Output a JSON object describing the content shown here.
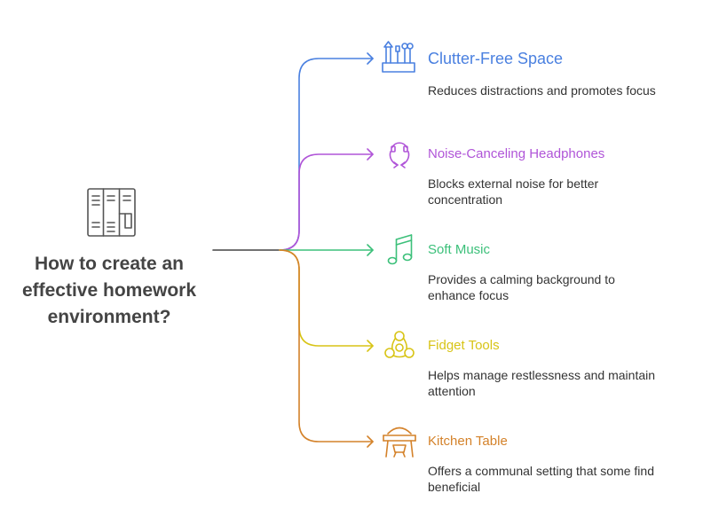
{
  "title": "How to create an effective homework environment?",
  "branches": [
    {
      "title": "Clutter-Free Space",
      "description": "Reduces distractions and promotes focus",
      "color": "#4a80e0",
      "icon": "desk-organizer-icon"
    },
    {
      "title": "Noise-Canceling Headphones",
      "description": "Blocks external noise for better concentration",
      "color": "#b055d8",
      "icon": "headphones-icon"
    },
    {
      "title": "Soft Music",
      "description": "Provides a calming background to enhance focus",
      "color": "#3cc07a",
      "icon": "music-note-icon"
    },
    {
      "title": "Fidget Tools",
      "description": "Helps manage restlessness and maintain attention",
      "color": "#d8c416",
      "icon": "fidget-spinner-icon"
    },
    {
      "title": "Kitchen Table",
      "description": "Offers a communal setting that some find beneficial",
      "color": "#d4822a",
      "icon": "kitchen-table-icon"
    }
  ],
  "central_icon": "lockers-icon",
  "stem_color": "#444444"
}
